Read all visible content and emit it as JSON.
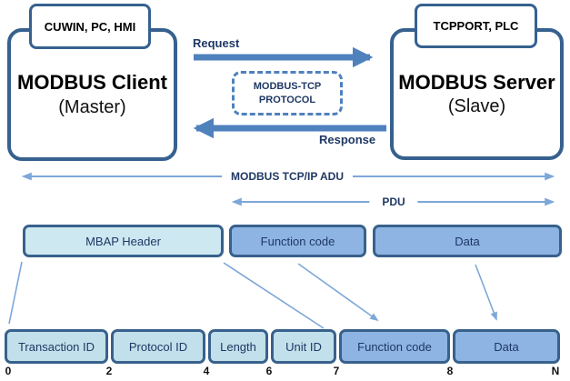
{
  "client": {
    "device_label": "CUWIN, PC, HMI",
    "title": "MODBUS Client",
    "subtitle": "(Master)"
  },
  "server": {
    "device_label": "TCPPORT, PLC",
    "title": "MODBUS Server",
    "subtitle": "(Slave)"
  },
  "protocol_box": {
    "line1": "MODBUS-TCP",
    "line2": "PROTOCOL"
  },
  "flow_labels": {
    "request": "Request",
    "response": "Response"
  },
  "span_labels": {
    "adu": "MODBUS TCP/IP ADU",
    "pdu": "PDU"
  },
  "adu_row": [
    {
      "label": "MBAP Header"
    },
    {
      "label": "Function code"
    },
    {
      "label": "Data"
    }
  ],
  "fields_row": [
    {
      "label": "Transaction ID"
    },
    {
      "label": "Protocol ID"
    },
    {
      "label": "Length"
    },
    {
      "label": "Unit ID"
    },
    {
      "label": "Function code"
    },
    {
      "label": "Data"
    }
  ],
  "byte_offsets": [
    "0",
    "2",
    "4",
    "6",
    "7",
    "8",
    "N"
  ],
  "colors": {
    "box_border_blue": "#36618f",
    "thick_arrow_blue": "#4f81bd",
    "thin_arrow_blue": "#7da7d8",
    "light_fill": "#cde8f1",
    "light_fill_bottom": "#c2e0eb",
    "medium_fill": "#8eb4e3",
    "label_navy": "#1f3864"
  }
}
